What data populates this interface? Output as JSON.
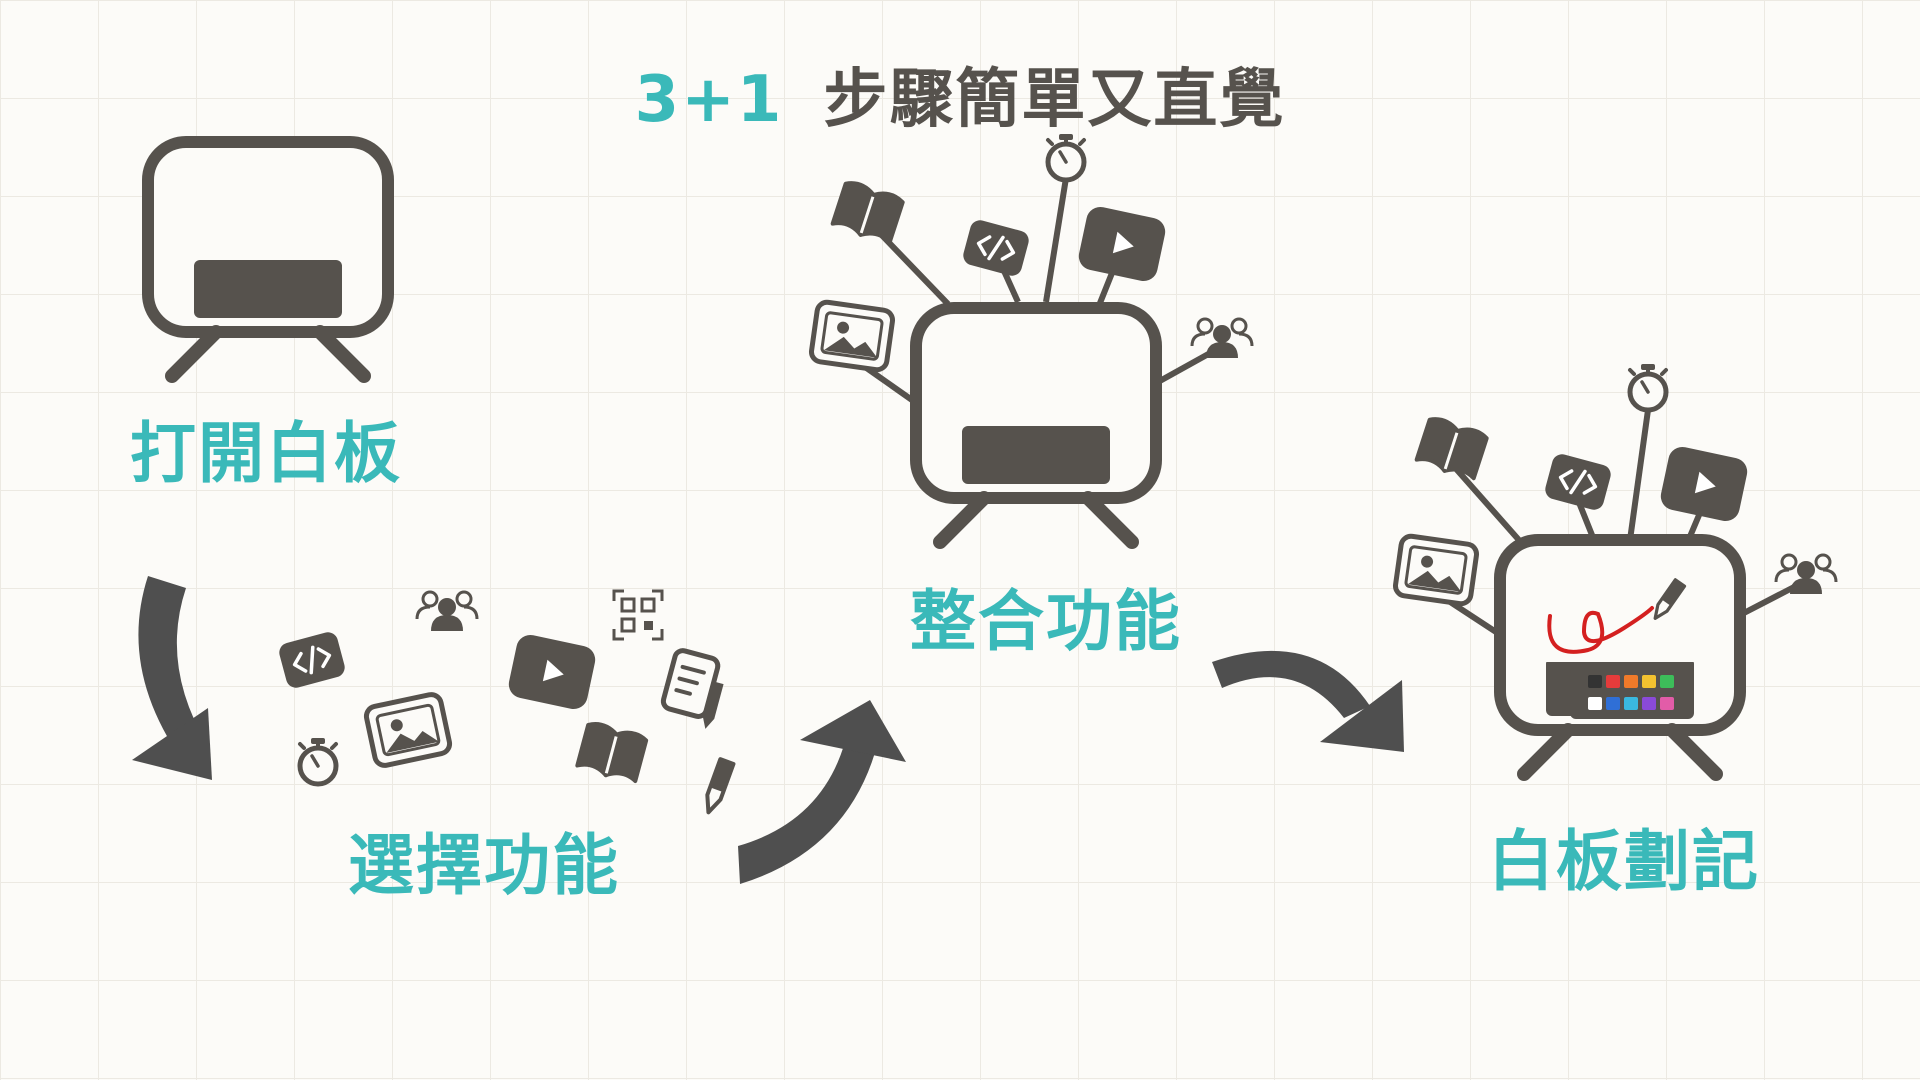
{
  "title": {
    "number": "3+1",
    "text": "步驟簡單又直覺"
  },
  "steps": [
    {
      "label": "打開白板"
    },
    {
      "label": "選擇功能"
    },
    {
      "label": "整合功能"
    },
    {
      "label": "白板劃記"
    }
  ],
  "icons": [
    "whiteboard-icon",
    "book-icon",
    "code-icon",
    "timer-icon",
    "play-icon",
    "image-icon",
    "group-icon",
    "qr-code-icon",
    "note-icon",
    "pen-icon",
    "arrow-icon",
    "palette-icon"
  ],
  "colors": {
    "accent": "#3ab9b9",
    "dark": "#56524d",
    "ink": "#d42020"
  }
}
